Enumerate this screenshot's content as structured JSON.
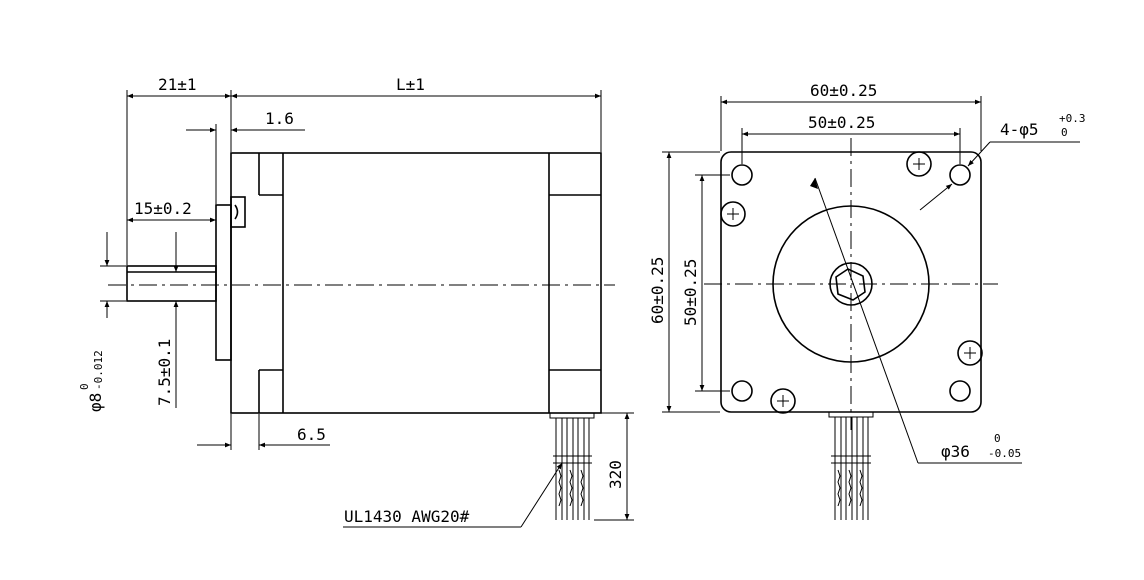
{
  "side_view": {
    "dims": {
      "flange_length": "21±1",
      "body_length": "L±1",
      "flange_thickness": "1.6",
      "shaft_length": "15±0.2",
      "rear_offset": "6.5",
      "shaft_dia_prefix": "φ8",
      "shaft_dia_upper_tol": "0",
      "shaft_dia_lower_tol": "-0.012",
      "flat_depth": "7.5±0.1",
      "lead_length": "320"
    },
    "cable_label": "UL1430 AWG20#"
  },
  "front_view": {
    "dims": {
      "width_outer": "60±0.25",
      "width_inner": "50±0.25",
      "height_outer": "60±0.25",
      "height_inner": "50±0.25",
      "hole_prefix": "4-φ5",
      "hole_upper_tol": "+0.3",
      "hole_lower_tol": "0",
      "pilot_prefix": "φ36",
      "pilot_upper_tol": "0",
      "pilot_lower_tol": "-0.05"
    }
  },
  "colors": {
    "line": "#000000",
    "background": "#ffffff"
  }
}
